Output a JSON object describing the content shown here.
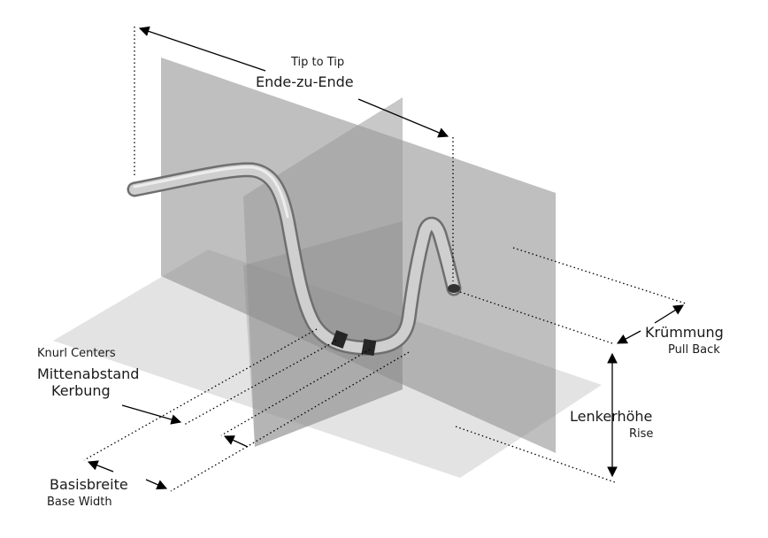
{
  "labels": {
    "tip_en": "Tip to Tip",
    "tip_de": "Ende-zu-Ende",
    "knurl_en": "Knurl Centers",
    "knurl_de_1": "Mittenabstand",
    "knurl_de_2": "Kerbung",
    "base_de": "Basisbreite",
    "base_en": "Base Width",
    "pull_de": "Krümmung",
    "pull_en": "Pull Back",
    "rise_de": "Lenkerhöhe",
    "rise_en": "Rise"
  },
  "colors": {
    "plane_dark": "#8c8c8c",
    "plane_light": "#d4d4d4",
    "bar": "#c9c9c9",
    "knurl": "#2a2a2a",
    "line": "#000000"
  }
}
